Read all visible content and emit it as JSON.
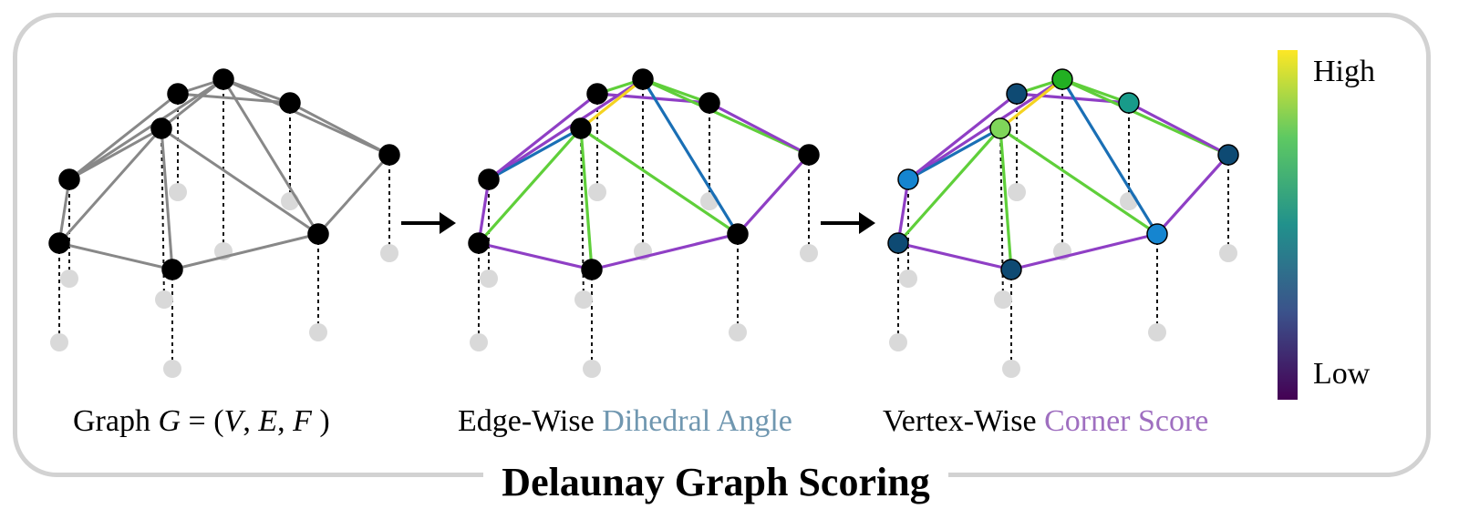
{
  "title": "Delaunay Graph Scoring",
  "captions": {
    "graph": {
      "prefix": "Graph ",
      "G": "G",
      "eq": " = (",
      "V": "V",
      "c1": ", ",
      "E": "E",
      "c2": ", ",
      "F": "F",
      "close": " )"
    },
    "edge": {
      "prefix": "Edge-Wise ",
      "accent": "Dihedral Angle"
    },
    "vertex": {
      "prefix": "Vertex-Wise ",
      "accent": "Corner Score"
    }
  },
  "colorbar": {
    "high_label": "High",
    "low_label": "Low",
    "colormap": "viridis",
    "stops": [
      "#fde725",
      "#5ec962",
      "#21918c",
      "#3b528b",
      "#440154"
    ]
  },
  "colors": {
    "frame": "#d2d2d2",
    "gray_edge": "#888888",
    "ground_node": "#d9d9d9",
    "purple": "#8f3fc5",
    "green": "#5fcf3a",
    "blue": "#1a6fb5",
    "yellow": "#f5d320",
    "vertex_navy": "#0e4a73",
    "vertex_blue": "#1585d0",
    "vertex_teal": "#189b8a",
    "vertex_lightgreen": "#7fd65a",
    "vertex_green": "#22b022"
  },
  "graph": {
    "nodes": [
      "v1",
      "v2",
      "v3",
      "v4",
      "v5",
      "v6",
      "v7",
      "v8",
      "v9",
      "v10"
    ],
    "edges": [
      {
        "a": "v1",
        "b": "v2",
        "score": "purple"
      },
      {
        "a": "v1",
        "b": "v3",
        "score": "yellow"
      },
      {
        "a": "v1",
        "b": "v4",
        "score": "purple"
      },
      {
        "a": "v3",
        "b": "v4",
        "score": "green"
      },
      {
        "a": "v3",
        "b": "v6",
        "score": "green"
      },
      {
        "a": "v4",
        "b": "v10",
        "score": "green"
      },
      {
        "a": "v3",
        "b": "v5",
        "score": "blue"
      },
      {
        "a": "v2",
        "b": "v5",
        "score": "blue"
      },
      {
        "a": "v2",
        "b": "v8",
        "score": "green"
      },
      {
        "a": "v2",
        "b": "v9",
        "score": "blue"
      },
      {
        "a": "v2",
        "b": "v6",
        "score": "green"
      },
      {
        "a": "v5",
        "b": "v6",
        "score": "purple"
      },
      {
        "a": "v5",
        "b": "v7",
        "score": "purple"
      },
      {
        "a": "v6",
        "b": "v7",
        "score": "green"
      },
      {
        "a": "v6",
        "b": "v9",
        "score": "green"
      },
      {
        "a": "v6",
        "b": "v10",
        "score": "green"
      },
      {
        "a": "v7",
        "b": "v10",
        "score": "purple"
      },
      {
        "a": "v10",
        "b": "v9",
        "score": "purple"
      },
      {
        "a": "v9",
        "b": "v8",
        "score": "purple"
      },
      {
        "a": "v4",
        "b": "v8",
        "score": "purple"
      }
    ],
    "vertex_scores": {
      "v1": "vertex_navy",
      "v2": "vertex_green",
      "v3": "vertex_teal",
      "v4": "vertex_navy",
      "v5": "vertex_lightgreen",
      "v6": "vertex_blue",
      "v7": "vertex_navy",
      "v8": "vertex_navy",
      "v9": "vertex_blue",
      "v10": "vertex_navy"
    }
  }
}
